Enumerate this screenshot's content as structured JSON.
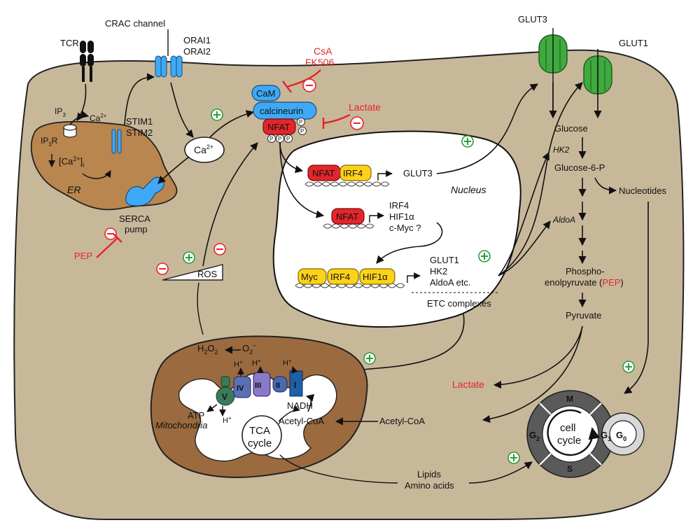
{
  "labels": {
    "tcr": "TCR",
    "crac_channel": "CRAC channel",
    "orai1": "ORAI1",
    "orai2": "ORAI2",
    "ip3": "IP",
    "ip3_sub": "3",
    "ip3r": "IP",
    "ip3r_sub": "3",
    "ip3r_r": "R",
    "ca2_small": "Ca",
    "ca2_small_sup": "2+",
    "stim1": "STIM1",
    "stim2": "STIM2",
    "ca_er_open": "[Ca",
    "ca_er_sup": "2+",
    "ca_er_close": "]",
    "ca_er_sub": "i",
    "er": "ER",
    "ca2_cyto": "Ca",
    "ca2_cyto_sup": "2+",
    "serca": "SERCA",
    "pump": "pump",
    "pep_left": "PEP",
    "csa": "CsA",
    "fk506": "FK506",
    "lactate_top": "Lactate",
    "cam": "CaM",
    "calcineurin": "calcineurin",
    "nfat": "NFAT",
    "p": "P",
    "nfat_1": "NFAT",
    "irf4_1": "IRF4",
    "glut3_target": "GLUT3",
    "nucleus": "Nucleus",
    "nfat_2": "NFAT",
    "target_irf4": "IRF4",
    "target_hif1a": "HIF1α",
    "target_cmyc": "c-Myc ?",
    "myc": "Myc",
    "irf4_3": "IRF4",
    "hif1a_3": "HIF1α",
    "target_glut1": "GLUT1",
    "target_hk2": "HK2",
    "target_aldoa": "AldoA etc.",
    "etc_complexes": "ETC complexes",
    "ros": "ROS",
    "glut3": "GLUT3",
    "glut1": "GLUT1",
    "glucose": "Glucose",
    "hk2": "HK2",
    "glucose6p": "Glucose-6-P",
    "nucleotides": "Nucleotides",
    "aldoa": "AldoA",
    "phospho": "Phospho-",
    "enolpyruvate": "enolpyruvate (",
    "pep_right": "PEP",
    "enolpyruvate_close": ")",
    "pyruvate": "Pyruvate",
    "lactate_bottom": "Lactate",
    "acetylcoa_cyto": "Acetyl-CoA",
    "acetylcoa_mito": "Acetyl-CoA",
    "h2o2": "H",
    "h2o2_2a": "2",
    "h2o2_o": "O",
    "h2o2_2b": "2",
    "o2": "O",
    "o2_sub": "2",
    "o2_sup": "–",
    "hplus": "H",
    "hplus_sup": "+",
    "complex_v": "V",
    "complex_iv": "IV",
    "complex_iii": "III",
    "complex_ii": "II",
    "complex_i": "I",
    "atp": "ATP",
    "nadh": "NADH",
    "tca": "TCA",
    "cycle": "cycle",
    "mitochondria": "Mitochondria",
    "lipids": "Lipids",
    "aminoacids": "Amino acids",
    "cc_cell": "cell",
    "cc_cycle": "cycle",
    "cc_m": "M",
    "cc_s": "S",
    "cc_g2": "G",
    "cc_g2_sub": "2",
    "cc_g1": "G",
    "cc_g1_sub": "1",
    "cc_g0": "G",
    "cc_g0_sub": "0"
  },
  "colors": {
    "cell_fill": "#c8b89a",
    "er_fill": "#b8864e",
    "mito_fill": "#9b6a3f",
    "nucleus_fill": "#ffffff",
    "calcium_blue": "#3fa9f5",
    "nfat_red": "#e3262b",
    "factor_yellow": "#ffd21a",
    "glut_green": "#3faa3f",
    "inhibit_red": "#e3262b",
    "activate_green": "#2a9b3a",
    "complex_v": "#3a7a5a",
    "complex_iv": "#5a6fb8",
    "complex_iii": "#8a78c8",
    "complex_ii": "#4a6ab0",
    "complex_i": "#1f5fa8",
    "cellcycle_dark": "#5a5a5a",
    "cellcycle_g0": "#bcbcbc"
  }
}
